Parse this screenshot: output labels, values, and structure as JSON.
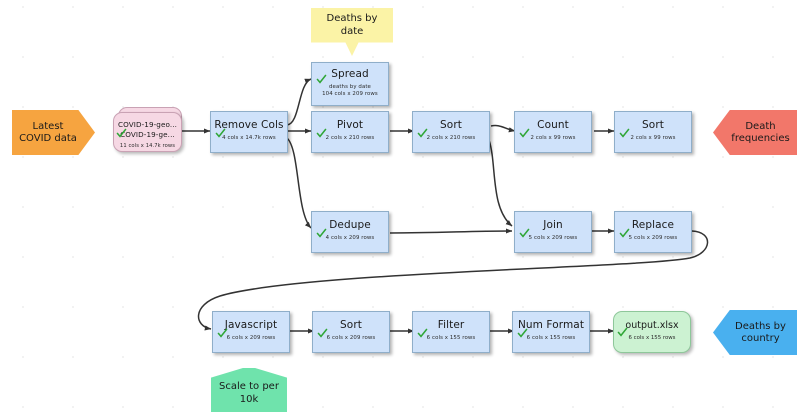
{
  "canvas": {
    "title": "COVID-19 deaths data pipeline",
    "background": "#ffffff",
    "grid_dot_color": "#c9c9c9",
    "edge_color": "#333333"
  },
  "palette": {
    "step_fill": "#cfe2fa",
    "step_border": "#8faec9",
    "file_fill": "#f6d8e4",
    "file_border": "#c9a2b4",
    "output_fill": "#ccf2d2",
    "output_border": "#8ec79a",
    "input_tag": "#f6a440",
    "output_tag_red": "#f2776a",
    "output_tag_blue": "#49b0ef",
    "note_yellow": "#fbf3a6",
    "note_green": "#6fe3ac",
    "check_green": "#2fa636"
  },
  "tags": {
    "input": {
      "line1": "Latest",
      "line2": "COVID data",
      "color": "#f6a440"
    },
    "output_red": {
      "line1": "Death",
      "line2": "frequencies",
      "color": "#f2776a"
    },
    "output_blue": {
      "line1": "Deaths by",
      "line2": "country",
      "color": "#49b0ef"
    }
  },
  "notes": [
    {
      "id": "note-deaths-by-date",
      "line1": "Deaths by",
      "line2": "date",
      "color": "#fbf3a6",
      "pointer": "down"
    },
    {
      "id": "note-scale-per-10k",
      "line1": "Scale to per",
      "line2": "10k",
      "color": "#6fe3ac",
      "pointer": "up"
    }
  ],
  "source_file": {
    "id": "node-source-file",
    "line1": "COVID-19-geo...",
    "line2": "COVID-19-ge...",
    "subtitle": "11 cols x 14.7k rows",
    "status": "ok"
  },
  "nodes": [
    {
      "id": "node-remove-cols",
      "title": "Remove Cols",
      "subtitle": "4 cols x 14.7k rows",
      "status": "ok"
    },
    {
      "id": "node-spread",
      "title": "Spread",
      "subtitle": "deaths by date",
      "subtitle2": "104 cols x 209 rows",
      "status": "ok"
    },
    {
      "id": "node-pivot",
      "title": "Pivot",
      "subtitle": "2 cols x 210 rows",
      "status": "ok"
    },
    {
      "id": "node-sort-1",
      "title": "Sort",
      "subtitle": "2 cols x 210 rows",
      "status": "ok"
    },
    {
      "id": "node-count",
      "title": "Count",
      "subtitle": "2 cols x 99 rows",
      "status": "ok"
    },
    {
      "id": "node-sort-2",
      "title": "Sort",
      "subtitle": "2 cols x 99 rows",
      "status": "ok"
    },
    {
      "id": "node-dedupe",
      "title": "Dedupe",
      "subtitle": "4 cols x 209 rows",
      "status": "ok"
    },
    {
      "id": "node-join",
      "title": "Join",
      "subtitle": "5 cols x 209 rows",
      "status": "ok"
    },
    {
      "id": "node-replace",
      "title": "Replace",
      "subtitle": "5 cols x 209 rows",
      "status": "ok"
    },
    {
      "id": "node-javascript",
      "title": "Javascript",
      "subtitle": "6 cols x 209 rows",
      "status": "ok"
    },
    {
      "id": "node-sort-3",
      "title": "Sort",
      "subtitle": "6 cols x 209 rows",
      "status": "ok"
    },
    {
      "id": "node-filter",
      "title": "Filter",
      "subtitle": "6 cols x 155 rows",
      "status": "ok"
    },
    {
      "id": "node-num-format",
      "title": "Num Format",
      "subtitle": "6 cols x 155 rows",
      "status": "ok"
    },
    {
      "id": "node-output-xlsx",
      "title": "output.xlsx",
      "subtitle": "6 cols x 155 rows",
      "status": "ok"
    }
  ],
  "edges": [
    {
      "from": "node-source-file",
      "to": "node-remove-cols"
    },
    {
      "from": "node-remove-cols",
      "to": "node-spread"
    },
    {
      "from": "node-remove-cols",
      "to": "node-pivot"
    },
    {
      "from": "node-remove-cols",
      "to": "node-dedupe"
    },
    {
      "from": "node-pivot",
      "to": "node-sort-1"
    },
    {
      "from": "node-sort-1",
      "to": "node-count"
    },
    {
      "from": "node-sort-1",
      "to": "node-join"
    },
    {
      "from": "node-count",
      "to": "node-sort-2"
    },
    {
      "from": "node-dedupe",
      "to": "node-join"
    },
    {
      "from": "node-join",
      "to": "node-replace"
    },
    {
      "from": "node-replace",
      "to": "node-javascript"
    },
    {
      "from": "node-javascript",
      "to": "node-sort-3"
    },
    {
      "from": "node-sort-3",
      "to": "node-filter"
    },
    {
      "from": "node-filter",
      "to": "node-num-format"
    },
    {
      "from": "node-num-format",
      "to": "node-output-xlsx"
    }
  ]
}
